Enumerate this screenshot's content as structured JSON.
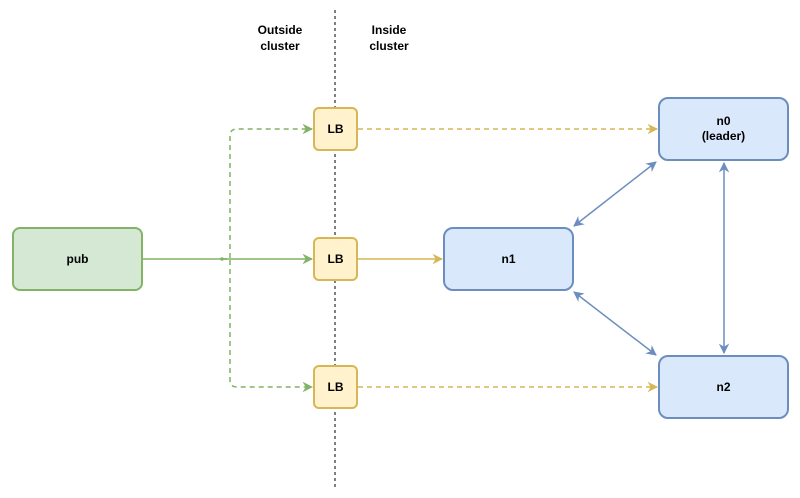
{
  "regions": {
    "outside_label": "Outside\ncluster",
    "inside_label": "Inside\ncluster"
  },
  "nodes": {
    "pub": "pub",
    "lb_top": "LB",
    "lb_mid": "LB",
    "lb_bot": "LB",
    "n0": "n0\n(leader)",
    "n1": "n1",
    "n2": "n2"
  },
  "colors": {
    "green_fill": "#d5e8d4",
    "green_stroke": "#82b366",
    "yellow_fill": "#fff2cc",
    "yellow_stroke": "#d6b656",
    "blue_fill": "#dae8fc",
    "blue_stroke": "#6c8ebf"
  }
}
